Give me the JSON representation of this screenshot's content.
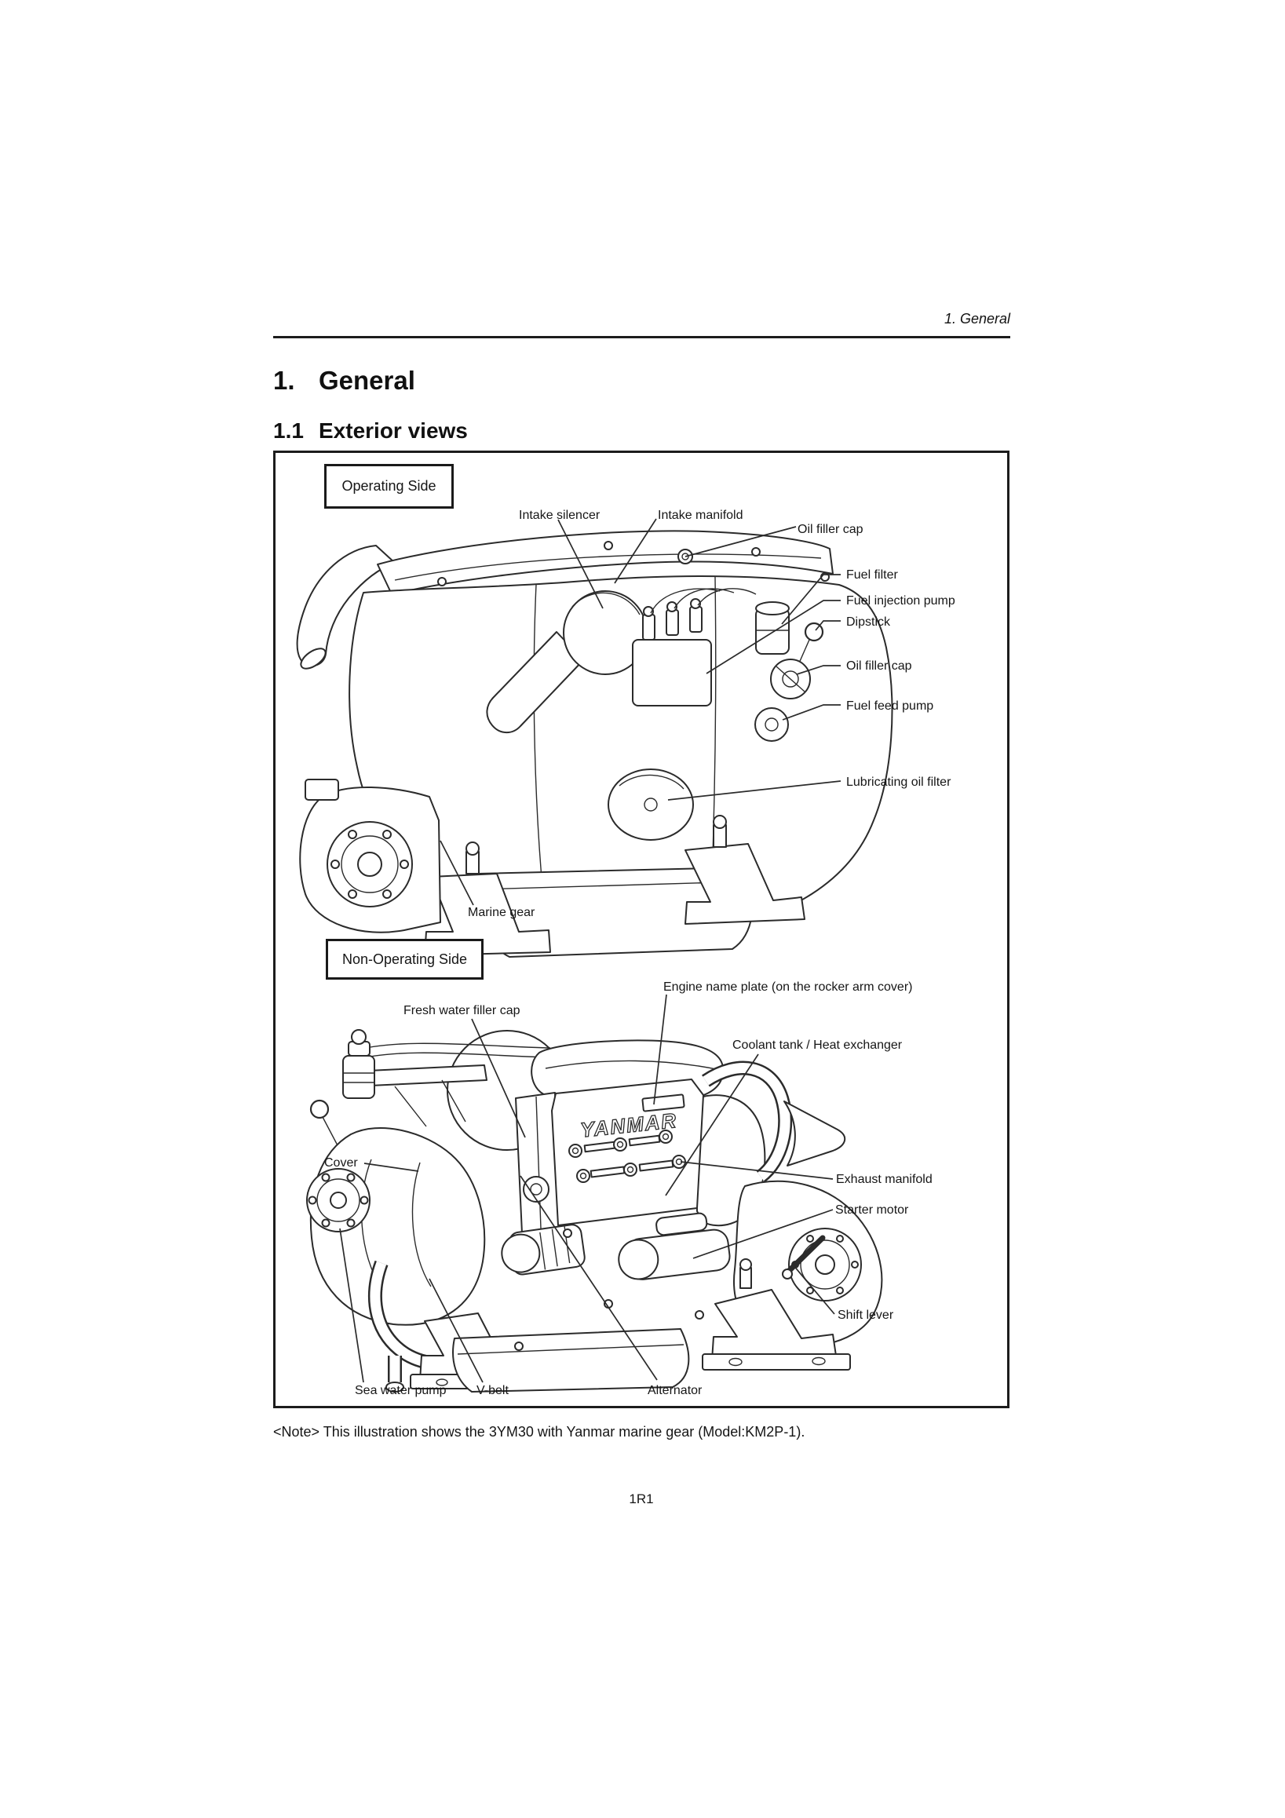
{
  "page": {
    "running_header": "1.  General",
    "heading": {
      "number": "1.",
      "text": "General"
    },
    "subheading": {
      "number": "1.1",
      "text": "Exterior views"
    },
    "note": {
      "tag": "<Note>",
      "text": "This illustration shows the 3YM30 with Yanmar marine gear (Model:KM2P-1)."
    },
    "page_number": "1R1"
  },
  "figure": {
    "engine_brand": "YANMAR",
    "operating_side": {
      "title": "Operating Side",
      "labels": [
        {
          "id": "intake-silencer",
          "text": "Intake silencer"
        },
        {
          "id": "intake-manifold",
          "text": "Intake manifold"
        },
        {
          "id": "oil-filler-cap-top",
          "text": "Oil filler cap"
        },
        {
          "id": "fuel-filter",
          "text": "Fuel filter"
        },
        {
          "id": "fuel-injection-pump",
          "text": "Fuel injection pump"
        },
        {
          "id": "dipstick",
          "text": "Dipstick"
        },
        {
          "id": "oil-filler-cap-side",
          "text": "Oil filler cap"
        },
        {
          "id": "fuel-feed-pump",
          "text": "Fuel feed pump"
        },
        {
          "id": "lubricating-oil-filter",
          "text": "Lubricating oil filter"
        },
        {
          "id": "marine-gear",
          "text": "Marine gear"
        }
      ]
    },
    "non_operating_side": {
      "title": "Non-Operating Side",
      "labels": [
        {
          "id": "engine-name-plate",
          "text": "Engine name plate (on the rocker arm cover)"
        },
        {
          "id": "fresh-water-filler-cap",
          "text": "Fresh water filler cap"
        },
        {
          "id": "coolant-tank",
          "text": "Coolant tank / Heat exchanger"
        },
        {
          "id": "cover",
          "text": "Cover"
        },
        {
          "id": "exhaust-manifold",
          "text": "Exhaust manifold"
        },
        {
          "id": "starter-motor",
          "text": "Starter motor"
        },
        {
          "id": "shift-lever",
          "text": "Shift lever"
        },
        {
          "id": "sea-water-pump",
          "text": "Sea water pump"
        },
        {
          "id": "v-belt",
          "text": "V-belt"
        },
        {
          "id": "alternator",
          "text": "Alternator"
        }
      ]
    }
  }
}
